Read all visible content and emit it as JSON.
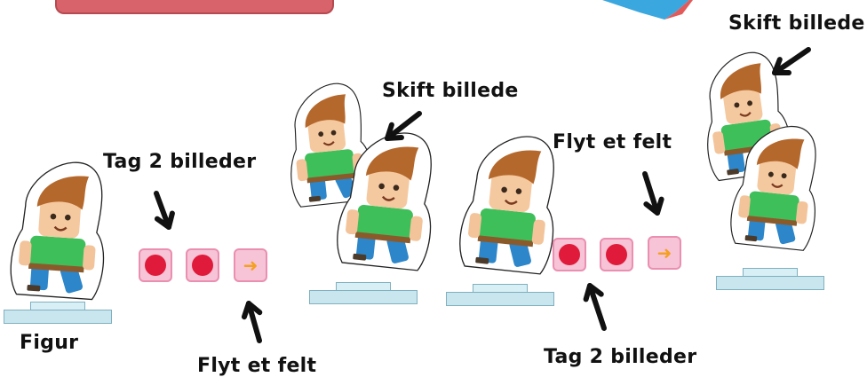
{
  "labels": {
    "figur": "Figur",
    "tag_a": "Tag 2 billeder",
    "flyt_a": "Flyt et felt",
    "skift_a": "Skift billede",
    "flyt_b": "Flyt et felt",
    "tag_b": "Tag 2 billeder",
    "skift_b": "Skift billede"
  },
  "colors": {
    "red_dot": "#e01a3a",
    "card_pink": "#f7c3d6",
    "arrow_orange": "#f4a020",
    "shirt_green": "#3fbf5a",
    "hair_brown": "#b5682c",
    "top_banner": "#d9636a",
    "base_blue": "#c9e6ee"
  },
  "icons": [
    "figure-cutout-icon",
    "red-dot-card-icon",
    "right-arrow-card-icon",
    "pointer-arrow-icon"
  ]
}
